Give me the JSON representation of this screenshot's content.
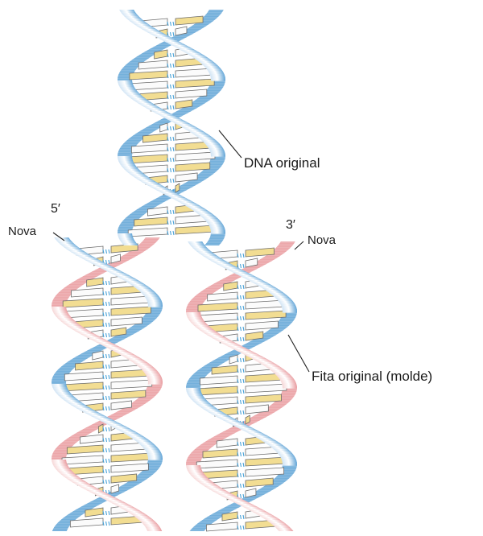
{
  "labels": {
    "dna_original": "DNA original",
    "nova_left": "Nova",
    "nova_right": "Nova",
    "end_5": "5′",
    "end_3": "3′",
    "fita_original": "Fita original (molde)"
  },
  "colors": {
    "original_strand": "#5fa3d6",
    "original_strand_light": "#cfe3f4",
    "new_strand": "#e89a9e",
    "new_strand_light": "#f6d6d6",
    "base_yellow": "#f2dd92",
    "base_white": "#fbfbfb",
    "base_outline": "#6b6b6b",
    "hydrogen_bond": "#4aa3d8",
    "leader_line": "#222222"
  }
}
